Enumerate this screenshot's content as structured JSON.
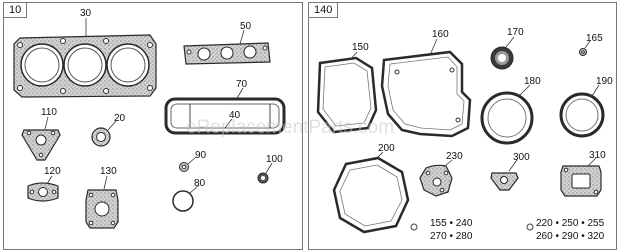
{
  "panels": {
    "left": {
      "label": "10"
    },
    "right": {
      "label": "140"
    }
  },
  "parts": {
    "p30": "30",
    "p50": "50",
    "p70": "70",
    "p40": "40",
    "p110": "110",
    "p20": "20",
    "p90": "90",
    "p100": "100",
    "p80": "80",
    "p120": "120",
    "p130": "130",
    "p150": "150",
    "p160": "160",
    "p170": "170",
    "p165": "165",
    "p180": "180",
    "p190": "190",
    "p200": "200",
    "p230": "230",
    "p300": "300",
    "p310": "310"
  },
  "groups": {
    "a_line1": "155 • 240",
    "a_line2": "270 • 280",
    "b_line1": "220 • 250 • 255",
    "b_line2": "260 • 290 • 320"
  },
  "watermark": "eReplacementParts.com",
  "colors": {
    "line": "#2a2a2a",
    "fill": "#bdbdbd",
    "panel_border": "#777777"
  }
}
